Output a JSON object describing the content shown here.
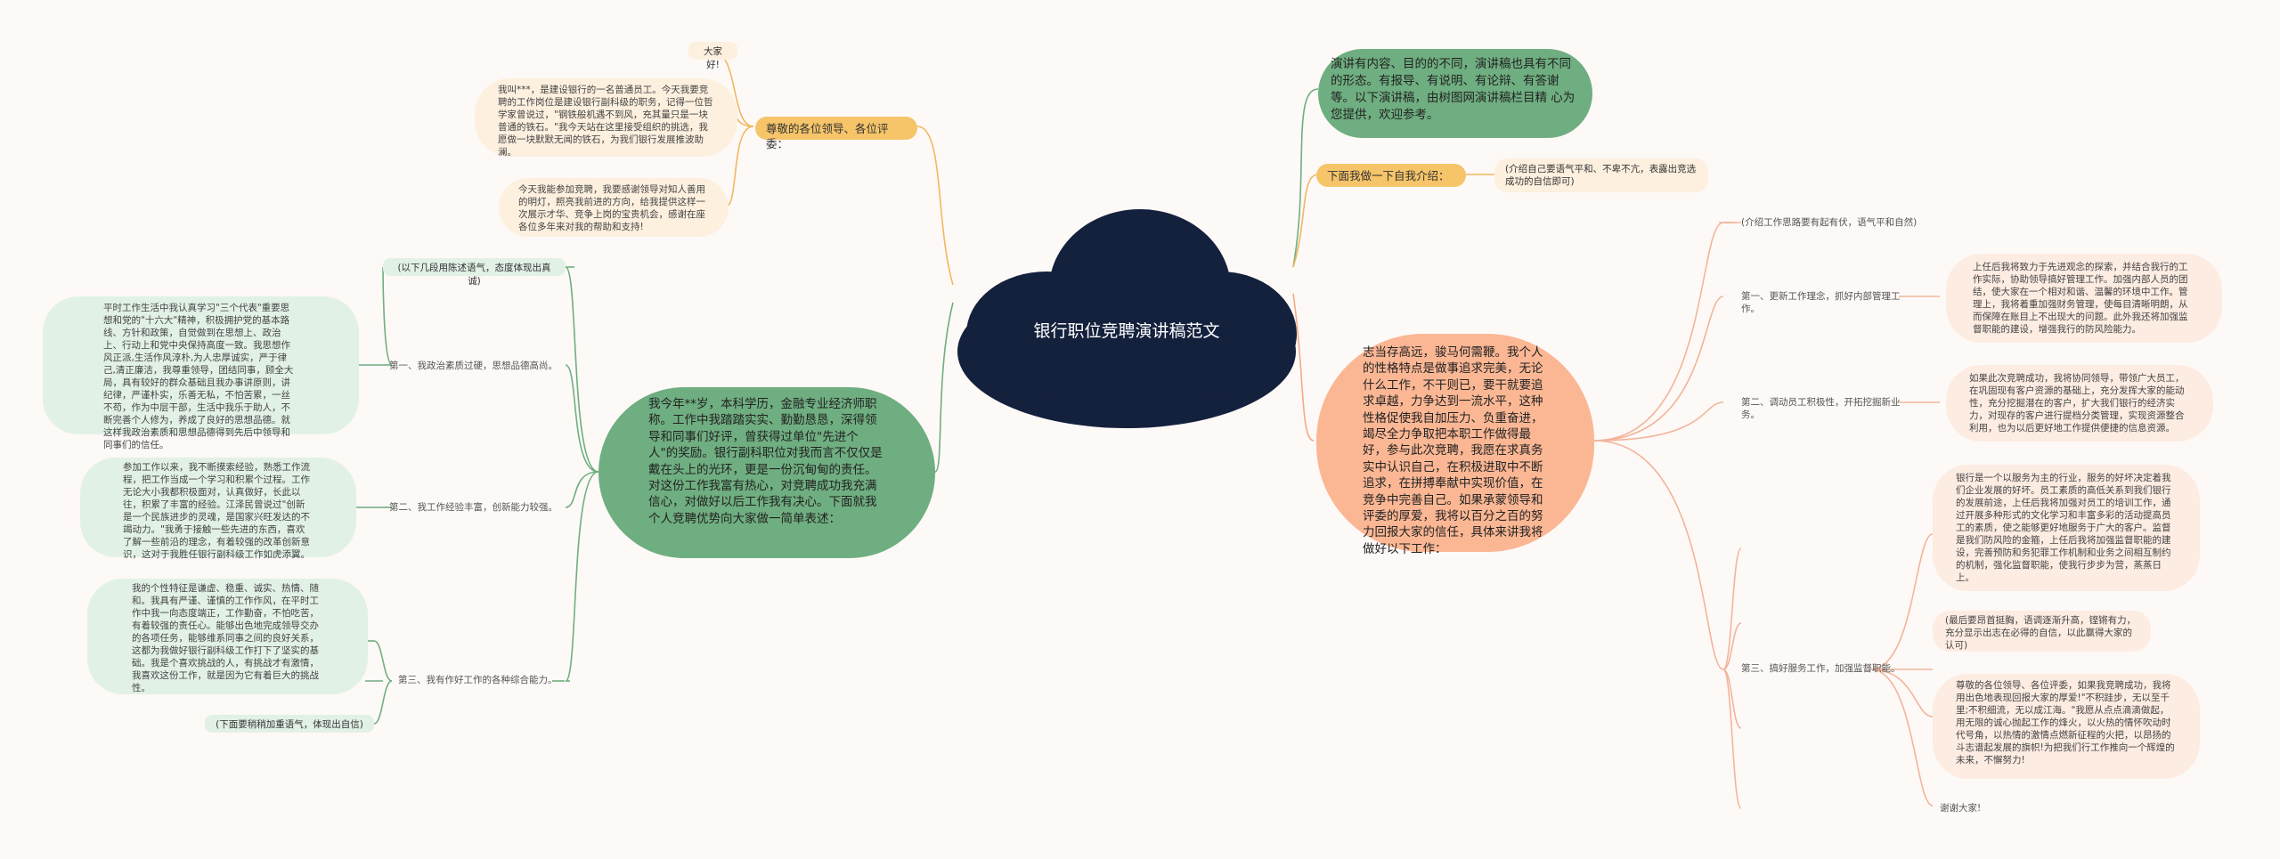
{
  "root": "银行职位竞聘演讲稿范文",
  "right": {
    "intro": "演讲有内容、目的的不同，演讲稿也具有不同的形态。有报导、有说明、有论辩、有答谢等。以下演讲稿，由树图网演讲稿栏目精 心为您提供，欢迎参考。",
    "self_label": "下面我做一下自我介绍：",
    "self_note": "(介绍自己要语气平和、不卑不亢，表露出竞选成功的自信即可)",
    "main": "志当存高远，骏马何需鞭。我个人的性格特点是做事追求完美，无论什么工作，不干则已，要干就要追求卓越，力争达到一流水平，这种性格促使我自加压力、负重奋进，竭尽全力争取把本职工作做得最好，参与此次竞聘，我愿在求真务实中认识自己，在积极进取中不断追求，在拼搏奉献中实现价值，在竞争中完善自己。如果承蒙领导和评委的厚爱，我将以百分之百的努力回报大家的信任，具体来讲我将做好以下工作：",
    "note_top": "(介绍工作思路要有起有伏，语气平和自然)",
    "item1_label": "第一、更新工作理念，抓好内部管理工作。",
    "item1_text": "上任后我将致力于先进观念的探索，并结合我行的工作实际，协助领导搞好管理工作。加强内部人员的团结，使大家在一个相对和谐、温馨的环境中工作。管理上，我将着重加强财务管理，使每目清晰明朗，从而保障在账目上不出现大的问题。此外我还将加强监督职能的建设，增强我行的防风险能力。",
    "item2_label": "第二、调动员工积极性，开拓挖掘新业务。",
    "item2_text": "如果此次竞聘成功，我将协同领导，带领广大员工，在巩固现有客户资源的基础上，充分发挥大家的能动性，充分挖掘潜在的客户，扩大我们银行的经济实力，对现存的客户进行提档分类管理，实现资源整合利用，也为以后更好地工作提供便捷的信息资源。",
    "item3_label": "第三、搞好服务工作，加强监督职能。",
    "item3_text": "银行是一个以服务为主的行业，服务的好坏决定着我们企业发展的好坏。员工素质的高低关系到我们银行的发展前途，上任后我将加强对员工的培训工作，通过开展多种形式的文化学习和丰富多彩的活动提高员工的素质，使之能够更好地服务于广大的客户。监督是我们防风险的金箍，上任后我将加强监督职能的建设，完善预防和务犯罪工作机制和业务之间相互制约的机制，强化监督职能，使我行步步为营，蒸蒸日上。",
    "end_note": "(最后要昂首挺胸，语调逐渐升高，铿锵有力，充分显示出志在必得的自信，以此赢得大家的认可)",
    "closing": "尊敬的各位领导、各位评委，如果我竞聘成功，我将用出色地表现回报大家的厚爱!\"不积跬步，无以至千里;不积细流，无以成江海。\"我愿从点点滴滴做起，用无限的诚心抛起工作的烽火，以火热的情怀吹动时代号角，以热情的激情点燃新征程的火把，以昂扬的斗志谱起发展的旗帜!为把我们行工作推向一个辉煌的未来，不懈努力!",
    "thanks": "谢谢大家!"
  },
  "left": {
    "greet_label": "尊敬的各位领导、各位评委：",
    "greet_top": "大家好!",
    "greet_1": "我叫***，是建设银行的一名普通员工。今天我要竞聘的工作岗位是建设银行副科级的职务，记得一位哲学家曾说过，\"钢铁般机遇不到风，充其量只是一块普通的铁石。\"我今天站在这里接受组织的挑选，我愿做一块默默无闻的铁石，为我们银行发展推波助澜。",
    "greet_2": "今天我能参加竞聘，我要感谢领导对知人善用的明灯，照亮我前进的方向，给我提供这样一次展示才华、竞争上岗的宝贵机会，感谢在座各位多年来对我的帮助和支持!",
    "main": "我今年**岁，本科学历，金融专业经济师职称。工作中我踏踏实实、勤勤恳恳，深得领导和同事们好评，曾获得过单位\"先进个人\"的奖励。银行副科职位对我而言不仅仅是戴在头上的光环，更是一份沉甸甸的责任。对这份工作我富有热心，对竞聘成功我充满信心，对做好以后工作我有决心。下面就我个人竞聘优势向大家做一简单表述：",
    "note_top": "(以下几段用陈述语气，态度体现出真诚)",
    "item1_label": "第一、我政治素质过硬，思想品德高尚。",
    "item1_text": "平时工作生活中我认真学习\"三个代表\"重要思想和党的\"十六大\"精神，积极拥护党的基本路线、方针和政策，自觉做到在思想上、政治上、行动上和党中央保持高度一致。我思想作风正派,生活作风淳朴,为人忠厚诚实，严于律己,清正廉洁，我尊重领导，团结同事，顾全大局，具有较好的群众基础且我办事讲原则，讲纪律，严谨朴实，乐善无私，不怕苦累，一丝不苟，作为中层干部，生活中我乐于助人，不断完善个人修为，养成了良好的思想品德。就这样我政治素质和思想品德得到先后中领导和同事们的信任。",
    "item2_label": "第二、我工作经验丰富，创新能力较强。",
    "item2_text": "参加工作以来，我不断摸索经验，熟悉工作流程，把工作当成一个学习和积累个过程。工作无论大小我都积极面对，认真做好，长此以往，积累了丰富的经验。江泽民曾说过\"创新是一个民族进步的灵魂，是国家兴旺发达的不竭动力。\"我勇于接触一些先进的东西，喜欢了解一些前沿的理念，有着较强的改革创新意识，这对于我胜任银行副科级工作如虎添翼。",
    "item3_label": "第三、我有作好工作的各种综合能力。",
    "item3_text": "我的个性特征是谦虚、稳重、诚实、热情、随和。我具有严谨、谨慎的工作作风，在平时工作中我一向态度端正，工作勤奋，不怕吃苦，有着较强的责任心。能够出色地完成领导交办的各项任务，能够维系同事之间的良好关系，这都为我做好银行副科级工作打下了坚实的基础。我是个喜欢挑战的人，有挑战才有激情，我喜欢这份工作，就是因为它有着巨大的挑战性。",
    "end_note": "(下面要稍稍加重语气，体现出自信)"
  },
  "colors": {
    "root": "#14213d",
    "green": "#6fae80",
    "salmon": "#fbb794",
    "orange": "#f6c469",
    "pale_green": "#e2f1e6",
    "pale_orange": "#fdf0df",
    "pale_salmon": "#fdece2"
  }
}
